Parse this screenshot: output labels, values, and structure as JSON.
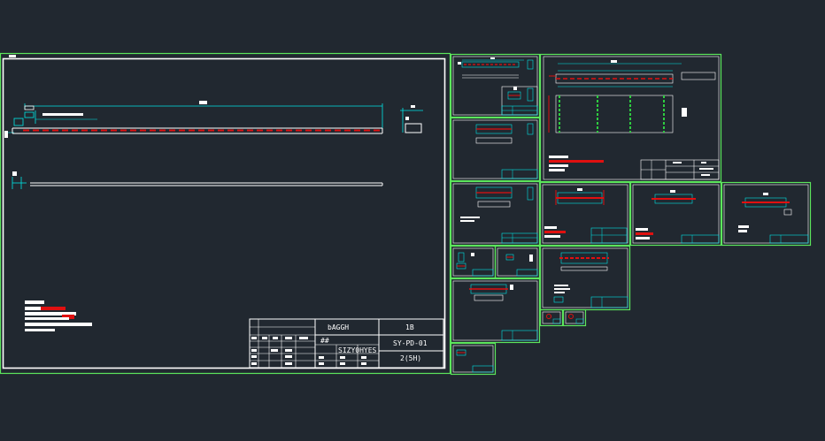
{
  "app": {
    "view": "model-space",
    "background_color": "#212830"
  },
  "colors": {
    "sheet_border": "#5ce65c",
    "frame": "#ffffff",
    "dimension": "#00e5e5",
    "rebar": "#e01010",
    "hatch": "#2ecc40",
    "text": "#ffffff"
  },
  "main_sheet": {
    "title_block": {
      "project_name": "bAGGH",
      "drawing_no": "SY-PD-01",
      "sheet_label": "2(5H)",
      "scale": "1B",
      "designer_label": "##",
      "checker_label": "SIZY0HYES"
    }
  },
  "sheets": [
    {
      "id": "sheet-a"
    },
    {
      "id": "sheet-b"
    },
    {
      "id": "sheet-c"
    },
    {
      "id": "sheet-d"
    },
    {
      "id": "sheet-e"
    },
    {
      "id": "sheet-f"
    },
    {
      "id": "sheet-g"
    },
    {
      "id": "sheet-h"
    },
    {
      "id": "sheet-i"
    },
    {
      "id": "sheet-j"
    },
    {
      "id": "sheet-k"
    },
    {
      "id": "sheet-l"
    },
    {
      "id": "sheet-m"
    },
    {
      "id": "sheet-n"
    }
  ]
}
